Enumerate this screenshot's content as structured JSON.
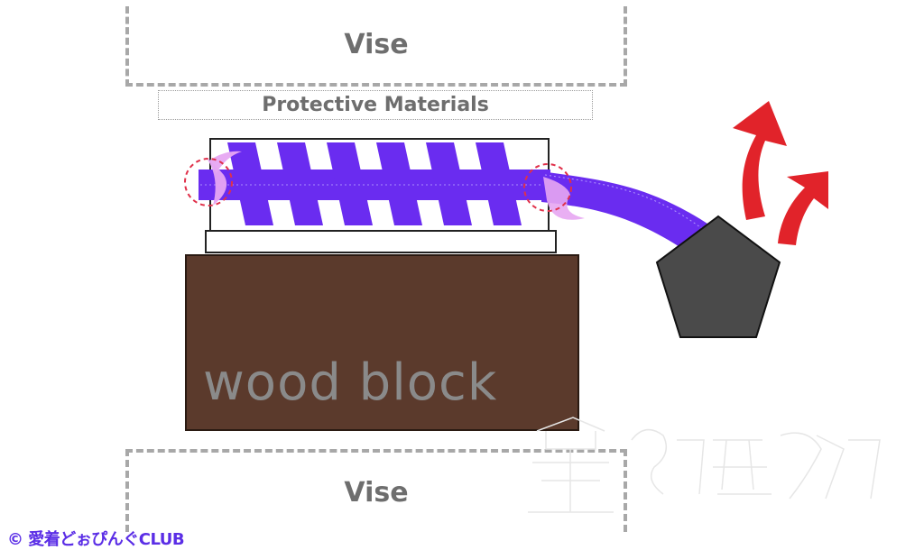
{
  "diagram": {
    "vise_top_label": "Vise",
    "vise_bottom_label": "Vise",
    "protective_label": "Protective Materials",
    "wood_label": "wood block",
    "copyright": "© 愛着どぉぴんぐCLUB"
  },
  "colors": {
    "wire": "#6a2cf0",
    "wood": "#5b3a2c",
    "vise_border": "#a8a8a8",
    "weight": "#4a4a4a",
    "arrow": "#e1232a",
    "stress_marker": "#e0304a",
    "highlight": "#e7a6f2"
  },
  "icons": {
    "weight": "pentagon-weight-icon",
    "arrows": "upward-arrow-icon",
    "stress": "dashed-circle-icon"
  }
}
